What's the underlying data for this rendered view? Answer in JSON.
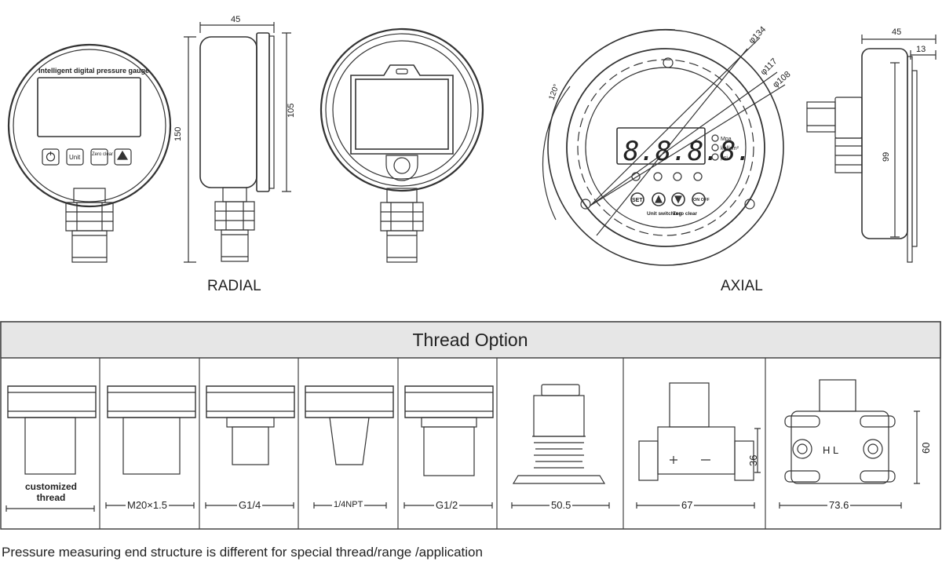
{
  "views": {
    "radial_label": "RADIAL",
    "axial_label": "AXIAL"
  },
  "front_view": {
    "title": "Intelligent digital pressure gauge",
    "buttons": [
      "Unit",
      "Zero clear"
    ]
  },
  "dimensions": {
    "depth_top": "45",
    "height_total": "150",
    "height_case": "105",
    "side_depth": "45",
    "side_flange": "13",
    "side_height": "99",
    "dia_outer": "φ134",
    "dia_mid": "φ117",
    "dia_inner": "φ108",
    "angle": "120°"
  },
  "axial_panel": {
    "display": "8.8.8.8.",
    "units": [
      "Mpa",
      "kgf/cm²",
      "psi"
    ],
    "buttons": [
      "SET",
      "Unit switching",
      "Zero clear",
      "ON OFF"
    ]
  },
  "thread_section": {
    "title": "Thread Option",
    "options": [
      {
        "label": "customized thread"
      },
      {
        "label": "M20×1.5"
      },
      {
        "label": "G1/4"
      },
      {
        "label": "1/4NPT"
      },
      {
        "label": "G1/2"
      },
      {
        "label": "50.5"
      },
      {
        "label": "67",
        "extra": "36"
      },
      {
        "label": "73.6",
        "extra": "60",
        "hl": "H  L"
      }
    ]
  },
  "footer": "Pressure measuring end structure is different  for special thread/range /application",
  "colors": {
    "line": "#333333",
    "table_header": "#e6e6e6",
    "border": "#444444"
  }
}
